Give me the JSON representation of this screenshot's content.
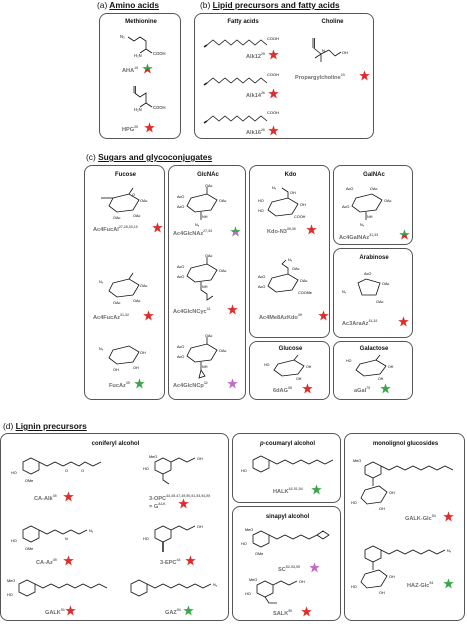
{
  "sections": {
    "a": {
      "letter": "(a)",
      "name": "Amino acids"
    },
    "b": {
      "letter": "(b)",
      "name": "Lipid precursors and fatty acids"
    },
    "c": {
      "letter": "(c)",
      "name": "Sugars and glycoconjugates"
    },
    "d": {
      "letter": "(d)",
      "name": "Lignin precursors"
    }
  },
  "colors": {
    "red_star": "#e02b2b",
    "green_star": "#3aa64a",
    "purple_star": "#c06ac9",
    "border": "#555555",
    "caption": "#6b6b6b"
  },
  "headings": {
    "methionine": "Methionine",
    "fatty_acids": "Fatty acids",
    "choline": "Choline",
    "fucose": "Fucose",
    "glcnac": "GlcNAc",
    "kdo": "Kdo",
    "galnac": "GalNAc",
    "arabinose": "Arabinose",
    "glucose": "Glucose",
    "galactose": "Galactose",
    "coniferyl": "coniferyl alcohol",
    "coumaryl_a": "p",
    "coumaryl_b": "-coumaryl alcohol",
    "sinapyl": "sinapyl alcohol",
    "monolignol": "monolignol glucosides"
  },
  "compounds": {
    "aha": {
      "name": "AHA",
      "ref": "19"
    },
    "hpg": {
      "name": "HPG",
      "ref": "20"
    },
    "alk12": {
      "name": "Alk12",
      "ref": "25"
    },
    "alk14": {
      "name": "Alk14",
      "ref": "26"
    },
    "alk16": {
      "name": "Alk16",
      "ref": "26"
    },
    "propargylcholine": {
      "name": "Propargylcholine",
      "ref": "23"
    },
    "ac4fucal": {
      "name": "Ac4FucAl",
      "ref": "27,28,30,10"
    },
    "ac4fucaz": {
      "name": "Ac4FucAz",
      "ref": "31,32"
    },
    "fucaz": {
      "name": "FucAz",
      "ref": "35"
    },
    "ac4glcnaz": {
      "name": "Ac4GlcNAz",
      "ref": "27,33"
    },
    "ac4glcncyc": {
      "name": "Ac4GlcNCyc",
      "ref": "31"
    },
    "ac4glcncp": {
      "name": "Ac4GlcNCp",
      "ref": "32"
    },
    "kdon3": {
      "name": "Kdo-N3",
      "ref": "35,36"
    },
    "ac4me8azkdo": {
      "name": "Ac4Me8AzKdo",
      "ref": "39"
    },
    "ac4galnaz": {
      "name": "Ac4GalNAz",
      "ref": "31,33"
    },
    "ac3araaz": {
      "name": "Ac3AraAz",
      "ref": "31,32"
    },
    "6dag": {
      "name": "6dAG",
      "ref": "39"
    },
    "agal": {
      "name": "aGal",
      "ref": "75"
    },
    "ca_alk": {
      "name": "CA-Alk",
      "ref": "45"
    },
    "opc3": {
      "name": "3-OPC",
      "ref": "43,45-47,49,50,51,53,54,55"
    },
    "opc3b": {
      "name": "= G",
      "ref": "ALK"
    },
    "ca_az": {
      "name": "CA-Az",
      "ref": "45"
    },
    "epc3": {
      "name": "3-EPC",
      "ref": "44"
    },
    "galk": {
      "name": "GALK",
      "ref": "51"
    },
    "gaz": {
      "name": "GAZ",
      "ref": "54"
    },
    "halk": {
      "name": "HALK",
      "ref": "43-51,54"
    },
    "sc": {
      "name": "SC",
      "ref": "52-53,55"
    },
    "salk": {
      "name": "SALK",
      "ref": "50"
    },
    "galkglc": {
      "name": "GALK-Glc",
      "ref": "54"
    },
    "hazglc": {
      "name": "HAZ-Glc",
      "ref": "54"
    }
  }
}
